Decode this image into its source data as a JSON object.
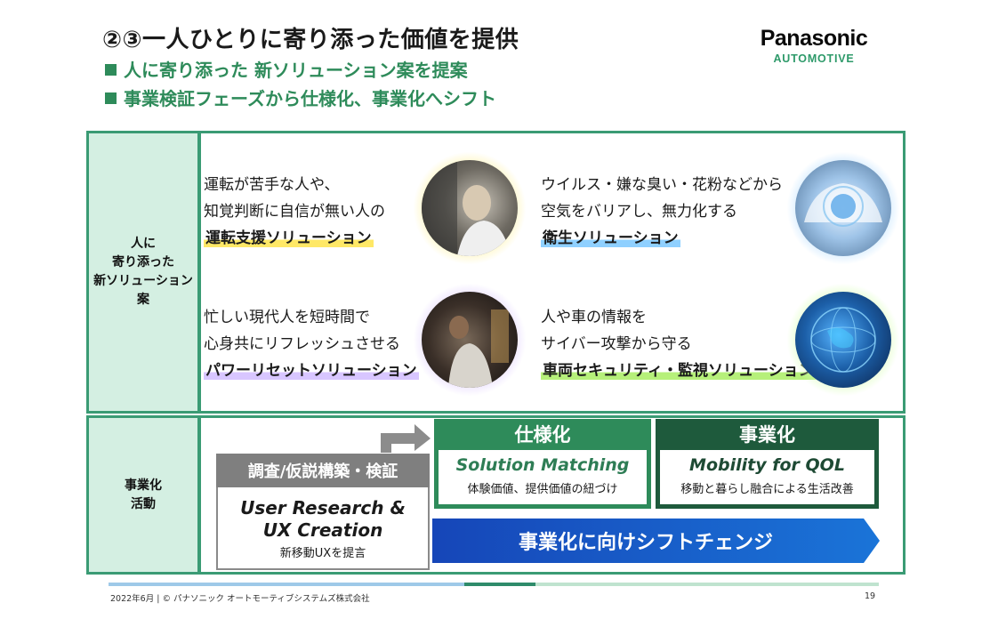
{
  "header": {
    "title": "②③一人ひとりに寄り添った価値を提供",
    "bullet1": "人に寄り添った 新ソリューション案を提案",
    "bullet2": "事業検証フェーズから仕様化、事業化へシフト"
  },
  "logo": {
    "brand": "Panasonic",
    "sub": "AUTOMOTIVE"
  },
  "solutions_section": {
    "side_label_lines": [
      "人に",
      "寄り添った",
      "新ソリューション",
      "案"
    ],
    "items": [
      {
        "line1": "運転が苦手な人や、",
        "line2": "知覚判断に自信が無い人の",
        "name": "運転支援ソリューション",
        "photo_icon": "driver-photo-icon",
        "highlight": "#ffe866"
      },
      {
        "line1": "ウイルス・嫌な臭い・花粉などから",
        "line2": "空気をバリアし、無力化する",
        "name": "衛生ソリューション",
        "photo_icon": "car-interior-photo-icon",
        "highlight": "#8fd0ff"
      },
      {
        "line1": "忙しい現代人を短時間で",
        "line2": "心身共にリフレッシュさせる",
        "name": "パワーリセットソリューション",
        "photo_icon": "relaxing-person-photo-icon",
        "highlight": "#d8c6ff"
      },
      {
        "line1": "人や車の情報を",
        "line2": "サイバー攻撃から守る",
        "name": "車両セキュリティ・監視ソリューション",
        "photo_icon": "globe-network-photo-icon",
        "highlight": "#b6f07a"
      }
    ]
  },
  "activity_section": {
    "side_label_lines": [
      "事業化",
      "活動"
    ],
    "research": {
      "head": "調査/仮説構築・検証",
      "title_line1": "User Research &",
      "title_line2": "UX Creation",
      "sub": "新移動UXを提言"
    },
    "spec": {
      "head": "仕様化",
      "title": "Solution Matching",
      "sub": "体験価値、提供価値の紐づけ"
    },
    "biz": {
      "head": "事業化",
      "title": "Mobility for QOL",
      "sub": "移動と暮らし融合による生活改善"
    },
    "shift_arrow": "事業化に向けシフトチェンジ"
  },
  "footer": {
    "text": "2022年6月 | © パナソニック オートモーティブシステムズ株式会社",
    "page": "19"
  },
  "colors": {
    "green": "#2e8b5a",
    "dark_green": "#1e5a3c",
    "frame": "#3a9b74",
    "side_bg": "#d4efe2",
    "blue_arrow": "#1a5fc4",
    "gray": "#7f7f7f"
  }
}
